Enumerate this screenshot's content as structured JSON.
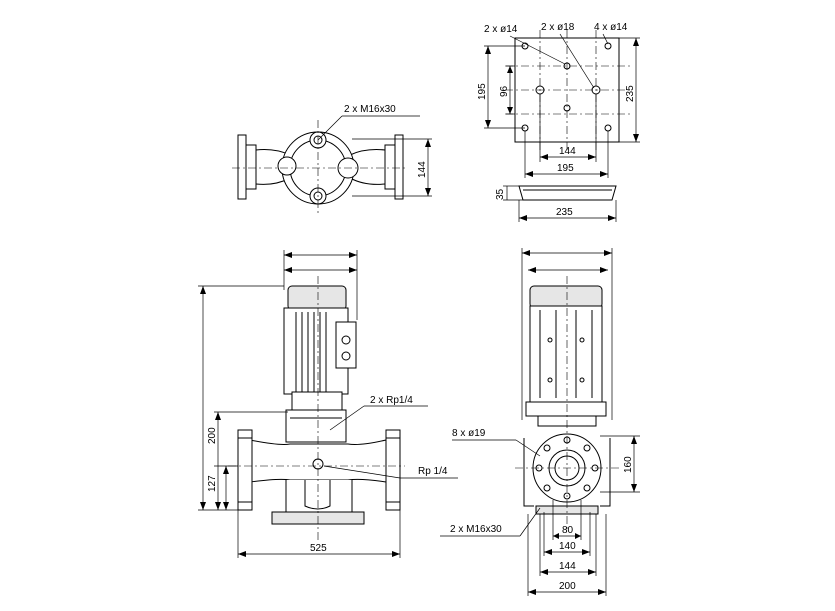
{
  "labels": {
    "top_view_bolts": "2 x M16x30",
    "top_view_144": "144",
    "base_hole_2x14": "2 x ø14",
    "base_hole_2x18": "2 x ø18",
    "base_hole_4x14": "4 x ø14",
    "base_195_v": "195",
    "base_96": "96",
    "base_235_v": "235",
    "base_144_h": "144",
    "base_195_h": "195",
    "foot_35": "35",
    "foot_235": "235",
    "front_rp_top": "2 x Rp1/4",
    "front_200": "200",
    "front_127": "127",
    "front_rp": "Rp 1/4",
    "front_525": "525",
    "side_flange_holes": "8  x ø19",
    "side_160": "160",
    "side_bolts": "2 x M16x30",
    "side_80": "80",
    "side_140": "140",
    "side_144": "144",
    "side_200": "200"
  }
}
